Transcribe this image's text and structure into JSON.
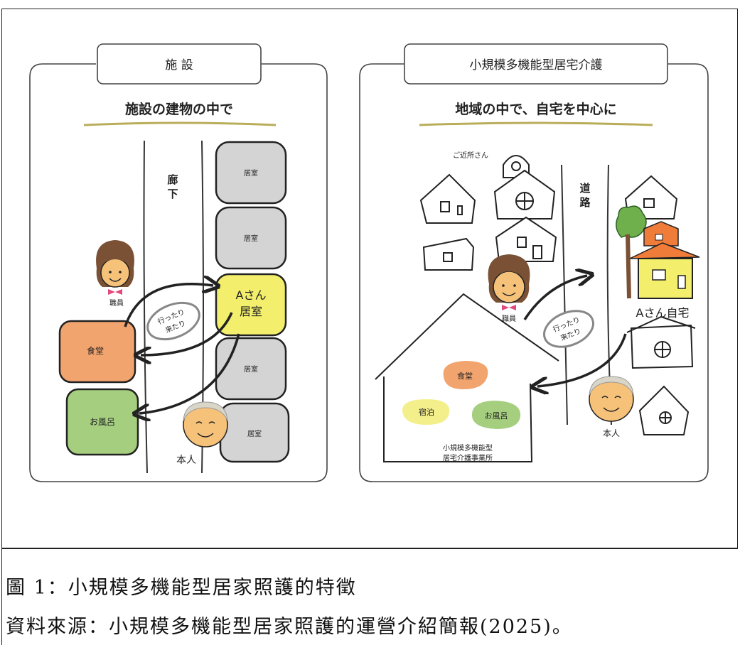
{
  "left_panel": {
    "tab_title": "施 設",
    "subtitle": "施設の建物の中で",
    "corridor_label": "廊下",
    "rooms": [
      "居室",
      "居室",
      "居室",
      "居室"
    ],
    "a_room_line1": "Aさん",
    "a_room_line2": "居室",
    "dining": "食堂",
    "bath": "お風呂",
    "staff_label": "職員",
    "self_label": "本人",
    "back_and_forth_line1": "行ったり",
    "back_and_forth_line2": "来たり"
  },
  "right_panel": {
    "tab_title": "小規模多機能型居宅介護",
    "subtitle": "地域の中で、自宅を中心に",
    "road_label": "道路",
    "neighbors_label": "ご近所さん",
    "home_label": "Aさん自宅",
    "staff_label": "職員",
    "self_label": "本人",
    "dining": "食堂",
    "stay": "宿泊",
    "bath": "お風呂",
    "facility_line1": "小規模多機能型",
    "facility_line2": "居宅介護事業所",
    "back_and_forth_line1": "行ったり",
    "back_and_forth_line2": "来たり"
  },
  "colors": {
    "room_gray": "#d4d4d4",
    "a_room_yellow": "#f3ef6c",
    "dining_orange": "#f2a46e",
    "bath_green": "#a5cf7f",
    "stay_yellow": "#f3ef8a",
    "subtitle_underline": "#b9ad5a",
    "face_skin": "#f6c27a",
    "hair_brown": "#7b5136",
    "roof_orange": "#f07c3a",
    "tree_green": "#6fb04d"
  },
  "caption": {
    "figure": "圖 1：小規模多機能型居家照護的特徵",
    "source": "資料來源：小規模多機能型居家照護的運營介紹簡報(2025)。"
  }
}
